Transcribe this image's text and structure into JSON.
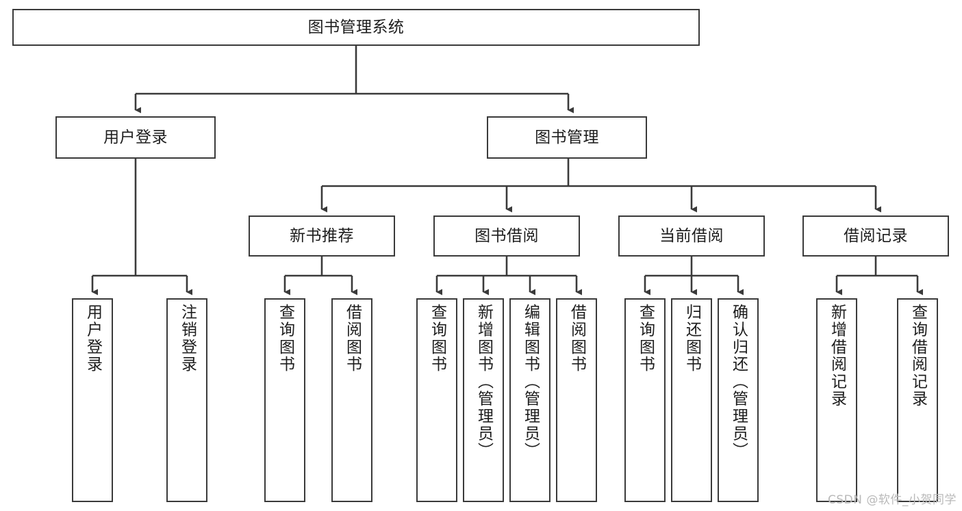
{
  "diagram": {
    "type": "tree",
    "title": "图书管理系统",
    "watermark": "CSDN @软件_小贺同学",
    "colors": {
      "box_border": "#3a3a3a",
      "box_fill": "#ffffff",
      "connector": "#3a3a3a",
      "text": "#1d1d1d",
      "watermark": "#b9b9b9",
      "background": "#ffffff"
    },
    "nodes": {
      "root": {
        "label": "图书管理系统"
      },
      "level2": [
        {
          "label": "用户登录"
        },
        {
          "label": "图书管理"
        }
      ],
      "level3": [
        {
          "label": "新书推荐"
        },
        {
          "label": "图书借阅"
        },
        {
          "label": "当前借阅"
        },
        {
          "label": "借阅记录"
        }
      ],
      "leaves": {
        "user_login": [
          {
            "label": "用户登录"
          },
          {
            "label": "注销登录"
          }
        ],
        "new_book": [
          {
            "label": "查询图书"
          },
          {
            "label": "借阅图书"
          }
        ],
        "book_borrow": [
          {
            "label": "查询图书"
          },
          {
            "label": "新增图书（管理员）"
          },
          {
            "label": "编辑图书（管理员）"
          },
          {
            "label": "借阅图书"
          }
        ],
        "current_borrow": [
          {
            "label": "查询图书"
          },
          {
            "label": "归还图书"
          },
          {
            "label": "确认归还（管理员）"
          }
        ],
        "borrow_record": [
          {
            "label": "新增借阅记录"
          },
          {
            "label": "查询借阅记录"
          }
        ]
      }
    }
  }
}
